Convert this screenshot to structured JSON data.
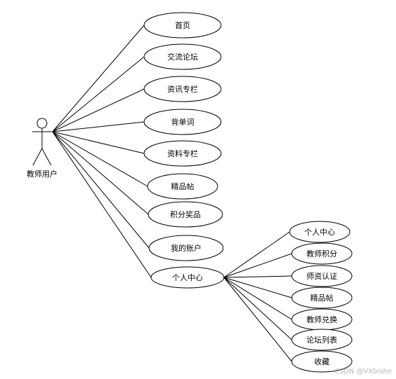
{
  "actor": {
    "label": "教师用户"
  },
  "use_cases": [
    {
      "id": "uc-home",
      "label": "首页"
    },
    {
      "id": "uc-forum",
      "label": "交流论坛"
    },
    {
      "id": "uc-news",
      "label": "资讯专栏"
    },
    {
      "id": "uc-words",
      "label": "背单词"
    },
    {
      "id": "uc-materials",
      "label": "资料专栏"
    },
    {
      "id": "uc-featured",
      "label": "精品帖"
    },
    {
      "id": "uc-prizes",
      "label": "积分奖品"
    },
    {
      "id": "uc-account",
      "label": "我的账户"
    },
    {
      "id": "uc-personal",
      "label": "个人中心"
    }
  ],
  "sub_use_cases": [
    {
      "id": "sub-personal",
      "label": "个人中心"
    },
    {
      "id": "sub-points",
      "label": "教师积分"
    },
    {
      "id": "sub-cert",
      "label": "师资认证"
    },
    {
      "id": "sub-featured",
      "label": "精品帖"
    },
    {
      "id": "sub-exchange",
      "label": "教师兑换"
    },
    {
      "id": "sub-forum-list",
      "label": "论坛列表"
    },
    {
      "id": "sub-favorites",
      "label": "收藏"
    }
  ],
  "watermark": "CSDN @VXbishe"
}
